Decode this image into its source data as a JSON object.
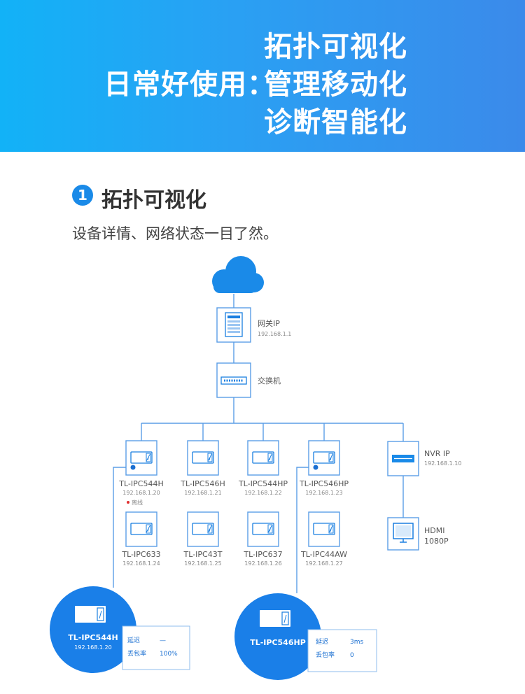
{
  "banner": {
    "prefix": "日常好使用：",
    "lines": [
      "拓扑可视化",
      "管理移动化",
      "诊断智能化"
    ]
  },
  "section": {
    "number": "1",
    "title": "拓扑可视化",
    "description": "设备详情、网络状态一目了然。"
  },
  "topology": {
    "gateway": {
      "name": "网关IP",
      "ip": "192.168.1.1"
    },
    "switch": {
      "name": "交换机"
    },
    "nvr": {
      "name": "NVR IP",
      "ip": "192.168.1.10"
    },
    "hdmi": {
      "line1": "HDMI",
      "line2": "1080P"
    },
    "cameras_row1": [
      {
        "model": "TL-IPC544H",
        "ip": "192.168.1.20",
        "status": "离线"
      },
      {
        "model": "TL-IPC546H",
        "ip": "192.168.1.21"
      },
      {
        "model": "TL-IPC544HP",
        "ip": "192.168.1.22"
      },
      {
        "model": "TL-IPC546HP",
        "ip": "192.168.1.23"
      }
    ],
    "cameras_row2": [
      {
        "model": "TL-IPC633",
        "ip": "192.168.1.24"
      },
      {
        "model": "TL-IPC43T",
        "ip": "192.168.1.25"
      },
      {
        "model": "TL-IPC637",
        "ip": "192.168.1.26"
      },
      {
        "model": "TL-IPC44AW",
        "ip": "192.168.1.27"
      }
    ],
    "detail1": {
      "model": "TL-IPC544H",
      "ip": "192.168.1.20",
      "latency_label": "延迟",
      "latency_value": "—",
      "loss_label": "丢包率",
      "loss_value": "100%"
    },
    "detail2": {
      "model": "TL-IPC546HP",
      "latency_label": "延迟",
      "latency_value": "3ms",
      "loss_label": "丢包率",
      "loss_value": "0"
    }
  },
  "colors": {
    "accent": "#1a8ae8",
    "line": "#5b9ee6",
    "offline": "#e03030"
  }
}
